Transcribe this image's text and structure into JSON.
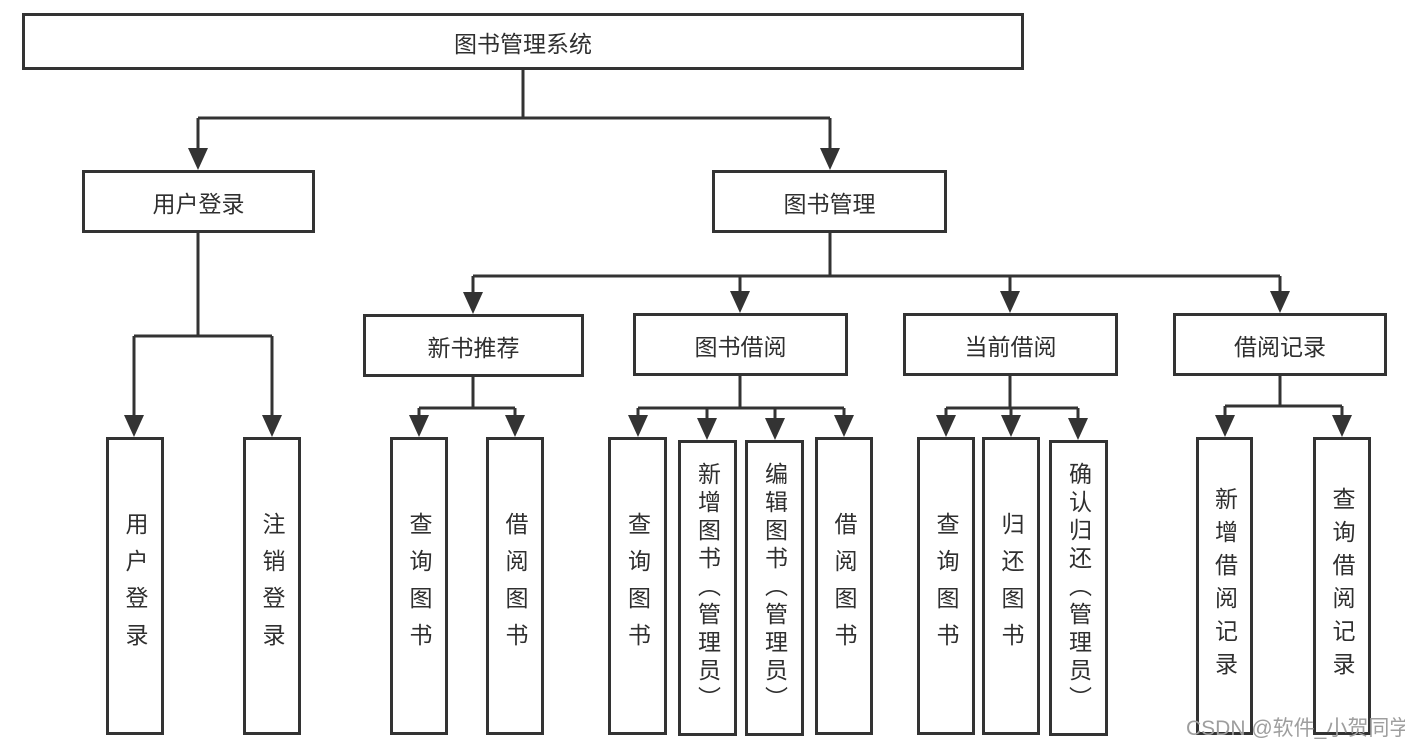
{
  "nodes": {
    "root": "图书管理系统",
    "user_login": "用户登录",
    "book_management": "图书管理",
    "new_book_recommend": "新书推荐",
    "book_borrow": "图书借阅",
    "current_borrow": "当前借阅",
    "borrow_records": "借阅记录",
    "leaf_user_login": "用户登录",
    "leaf_logout": "注销登录",
    "leaf_nb_query": "查询图书",
    "leaf_nb_borrow": "借阅图书",
    "leaf_bw_query": "查询图书",
    "leaf_bw_add": "新增图书（管理员）",
    "leaf_bw_edit": "编辑图书（管理员）",
    "leaf_bw_borrow": "借阅图书",
    "leaf_cur_query": "查询图书",
    "leaf_cur_return": "归还图书",
    "leaf_cur_confirm": "确认归还（管理员）",
    "leaf_rec_add": "新增借阅记录",
    "leaf_rec_query": "查询借阅记录"
  },
  "watermark": "CSDN @软件_小贺同学",
  "colors": {
    "line": "#333333",
    "text": "#2f2f2f",
    "watermark": "#9e9e9e",
    "background": "#ffffff"
  }
}
